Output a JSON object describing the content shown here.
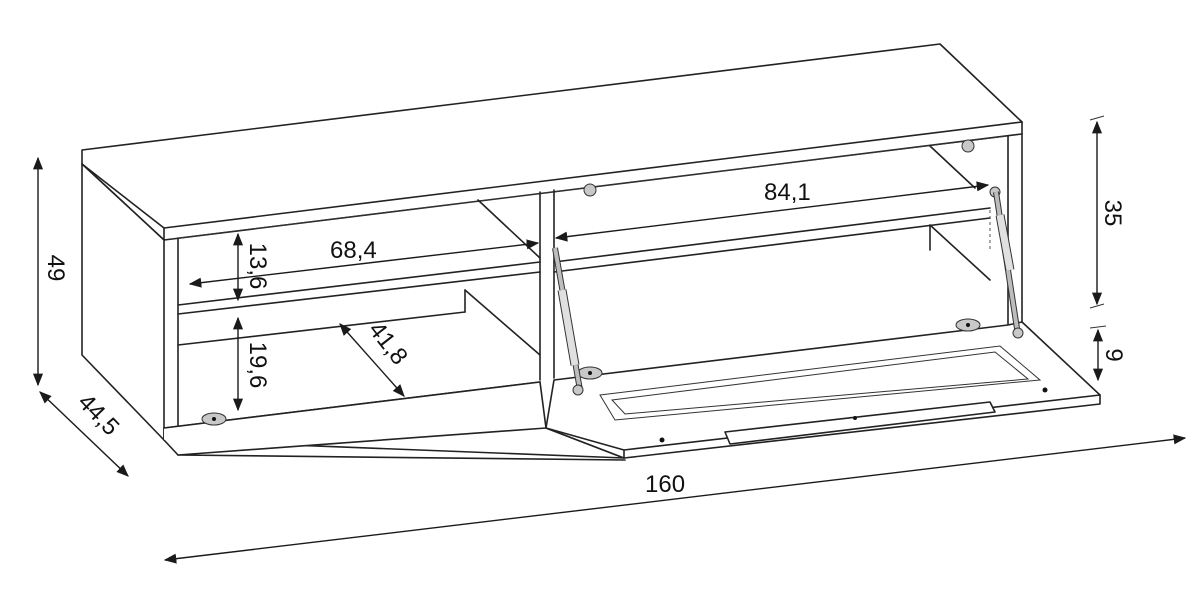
{
  "dimensions": {
    "total_height": "49",
    "depth": "44,5",
    "total_width": "160",
    "inner_height_right": "35",
    "flap_thickness": "9",
    "shelf_height_upper": "13,6",
    "shelf_height_lower": "19,6",
    "compartment_width_left": "68,4",
    "compartment_width_right": "84,1",
    "inner_depth": "41,8"
  }
}
